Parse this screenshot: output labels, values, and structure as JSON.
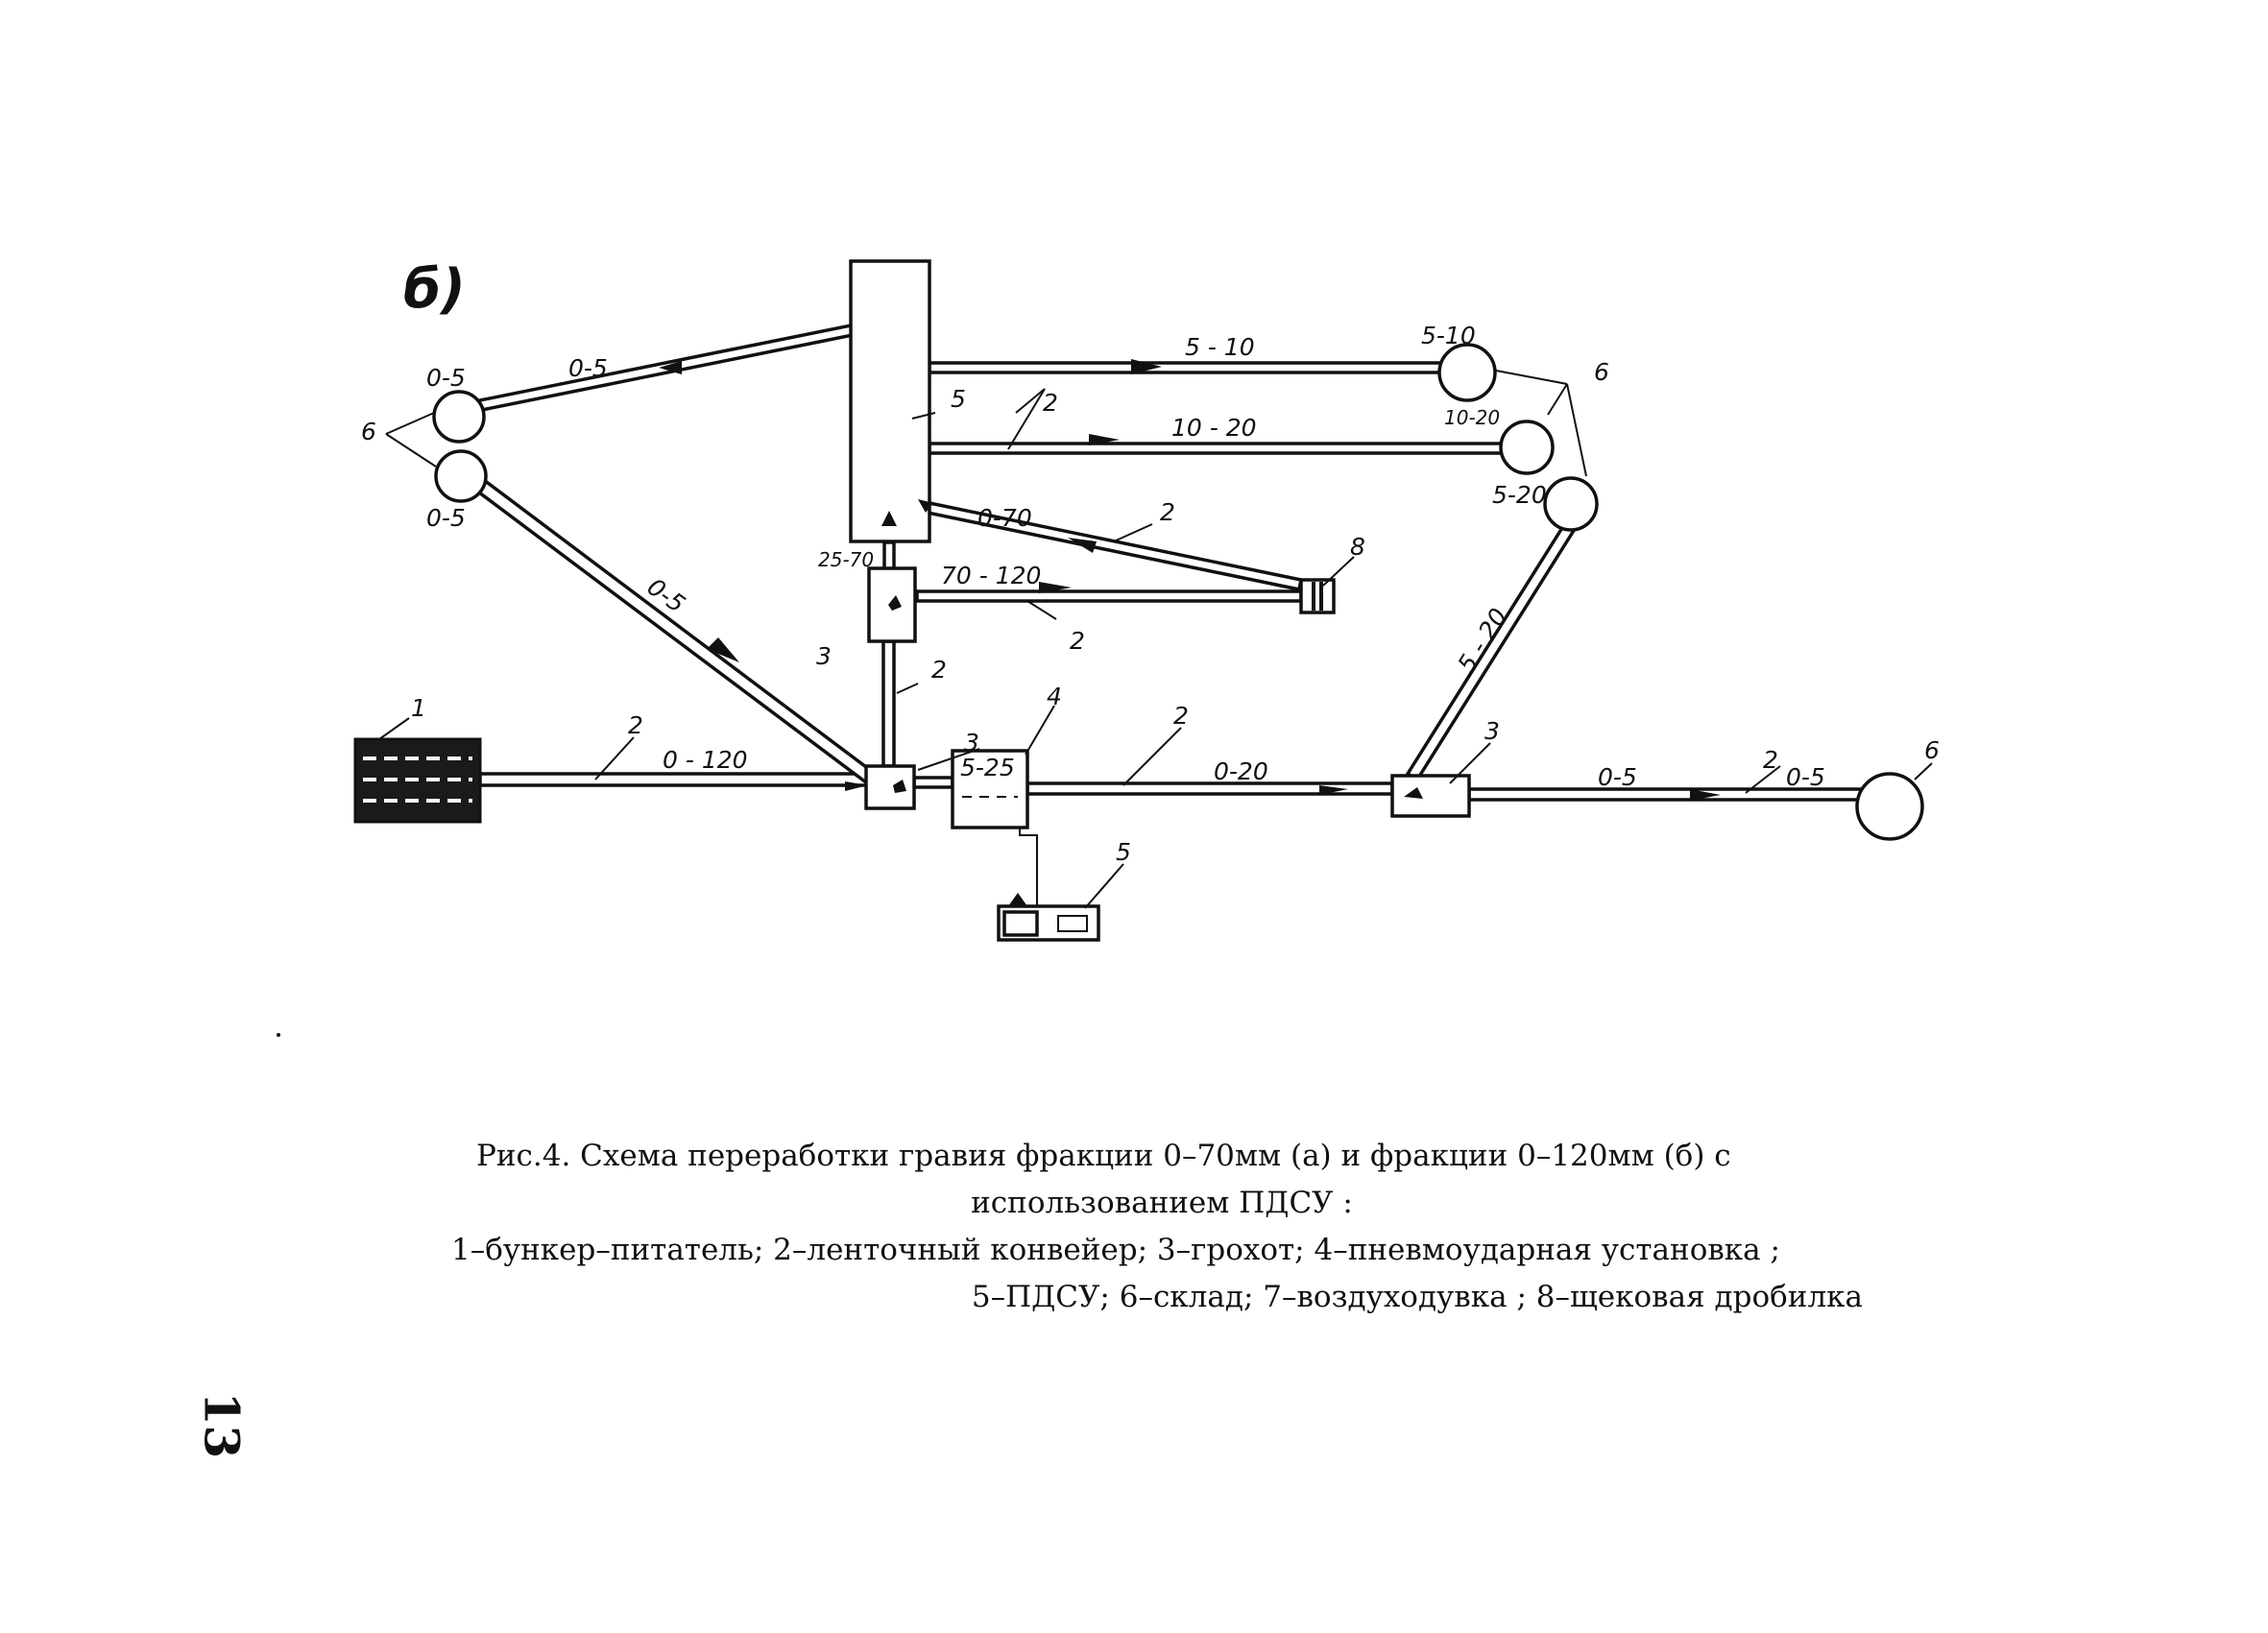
{
  "figure": {
    "panel_label": "б)",
    "fractions": {
      "f0_5": "0-5",
      "f0_120": "0 - 120",
      "f0_20": "0-20",
      "f5_10": "5 - 10",
      "f5_10_dest": "5-10",
      "f10_20": "10 - 20",
      "f10_20_dest": "10-20",
      "f5_20": "5-20",
      "f5_20_belt": "5 - 20",
      "f0_70": "0-70",
      "f70_120": "70 - 120",
      "f25_70": "25-70",
      "f5_25": "5-25"
    },
    "item_numbers": {
      "n1": "1",
      "n2": "2",
      "n3": "3",
      "n4": "4",
      "n5": "5",
      "n6": "6",
      "n8": "8"
    }
  },
  "caption": {
    "line1": "Рис.4. Схема переработки гравия фракции 0–70мм (а) и фракции 0–120мм (б)  с",
    "line2": "использованием ПДСУ  :",
    "line3": "1–бункер–питатель; 2–ленточный конвейер; 3–грохот; 4–пневмоударная установка ;",
    "line4": "5–ПДСУ; 6–склад; 7–воздуходувка ; 8–щековая дробилка"
  },
  "page_number": "13"
}
